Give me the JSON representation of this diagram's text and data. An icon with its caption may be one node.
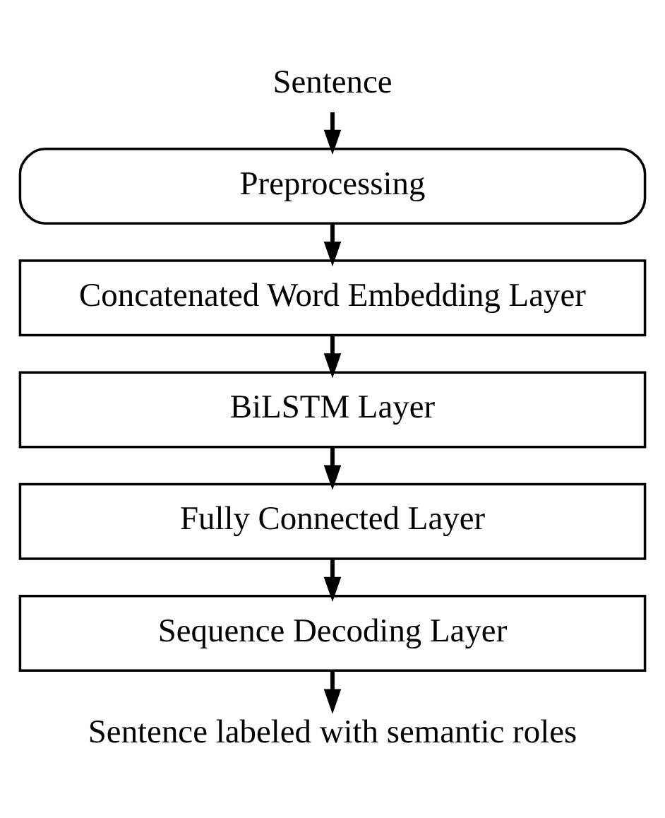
{
  "diagram": {
    "nodes": [
      {
        "text": [
          "Sentence"
        ]
      },
      {
        "text": [
          "Preprocessing"
        ]
      },
      {
        "text": [
          "Concatenated Word Embedding Layer"
        ]
      },
      {
        "text": [
          "BiLSTM Layer"
        ]
      },
      {
        "text": [
          "Fully Connected Layer"
        ]
      },
      {
        "text": [
          "Sequence Decoding Layer"
        ]
      },
      {
        "text": [
          "Sentence labeled with semantic roles"
        ]
      }
    ],
    "edges": [
      {
        "from": 0,
        "to": 1,
        "arrow": "to"
      },
      {
        "from": 1,
        "to": 2,
        "arrow": "to"
      },
      {
        "from": 2,
        "to": 3,
        "arrow": "to"
      },
      {
        "from": 3,
        "to": 4,
        "arrow": "to"
      },
      {
        "from": 4,
        "to": 5,
        "arrow": "to"
      },
      {
        "from": 5,
        "to": 6,
        "arrow": "to"
      }
    ]
  }
}
